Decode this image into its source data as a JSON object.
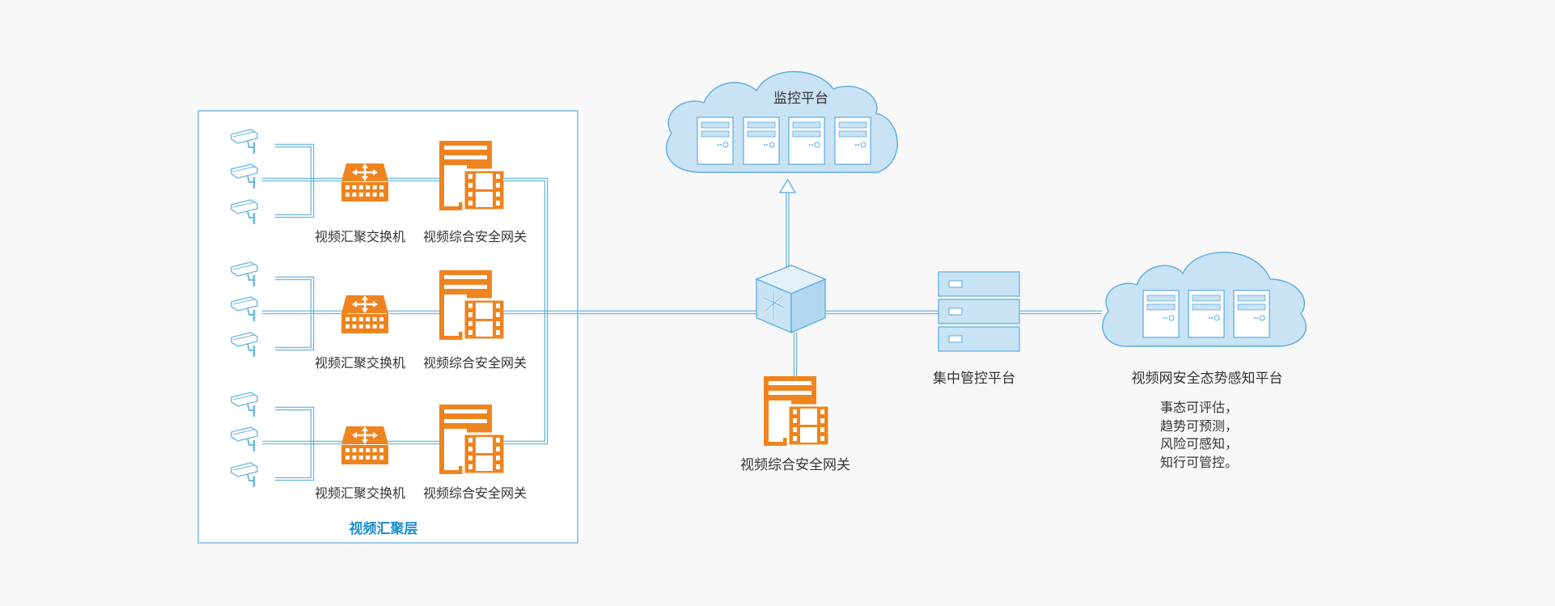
{
  "colors": {
    "line": "#6cb8e2",
    "device": "#ee8420",
    "cloud_fill": "#c9e2f4",
    "cloud_stroke": "#5aaee0",
    "layer_box": "#5aaee0",
    "layer_label": "#1c8ecf"
  },
  "aggregation_layer": {
    "title": "视频汇聚层",
    "groups": [
      {
        "cameras": 3,
        "switch_label": "视频汇聚交换机",
        "gateway_label": "视频综合安全网关"
      },
      {
        "cameras": 3,
        "switch_label": "视频汇聚交换机",
        "gateway_label": "视频综合安全网关"
      },
      {
        "cameras": 3,
        "switch_label": "视频汇聚交换机",
        "gateway_label": "视频综合安全网关"
      }
    ]
  },
  "monitor_platform": {
    "title": "监控平台",
    "servers": 4
  },
  "core": {
    "icon": "core-switch-icon"
  },
  "bottom_gateway": {
    "label": "视频综合安全网关"
  },
  "central_platform": {
    "label": "集中管控平台"
  },
  "awareness_platform": {
    "label": "视频网安全态势感知平台",
    "servers": 3,
    "description": [
      "事态可评估，",
      "趋势可预测，",
      "风险可感知，",
      "知行可管控。"
    ]
  }
}
